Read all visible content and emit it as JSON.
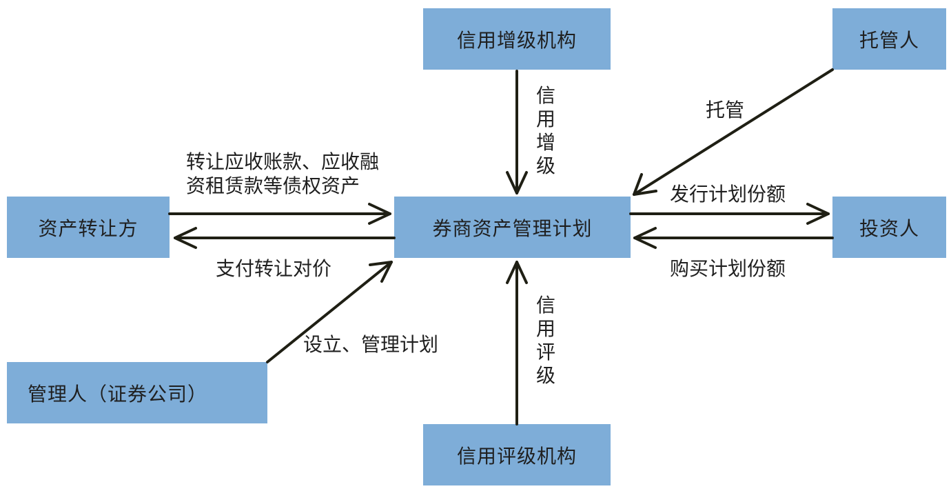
{
  "nodes": {
    "credit_enhancer": "信用增级机构",
    "custodian": "托管人",
    "asset_transferor": "资产转让方",
    "plan": "券商资产管理计划",
    "investor": "投资人",
    "manager": "管理人（证券公司）",
    "rating_agency": "信用评级机构"
  },
  "edges": {
    "credit_enhancement": "信用增级",
    "custody": "托管",
    "transfer_assets_line1": "转让应收账款、应收融",
    "transfer_assets_line2": "资租赁款等债权资产",
    "pay_transfer": "支付转让对价",
    "issue_shares": "发行计划份额",
    "buy_shares": "购买计划份额",
    "setup_manage": "设立、管理计划",
    "credit_rating": "信用评级"
  },
  "colors": {
    "box_fill": "#7eadd8",
    "arrow": "#1f1f14"
  }
}
